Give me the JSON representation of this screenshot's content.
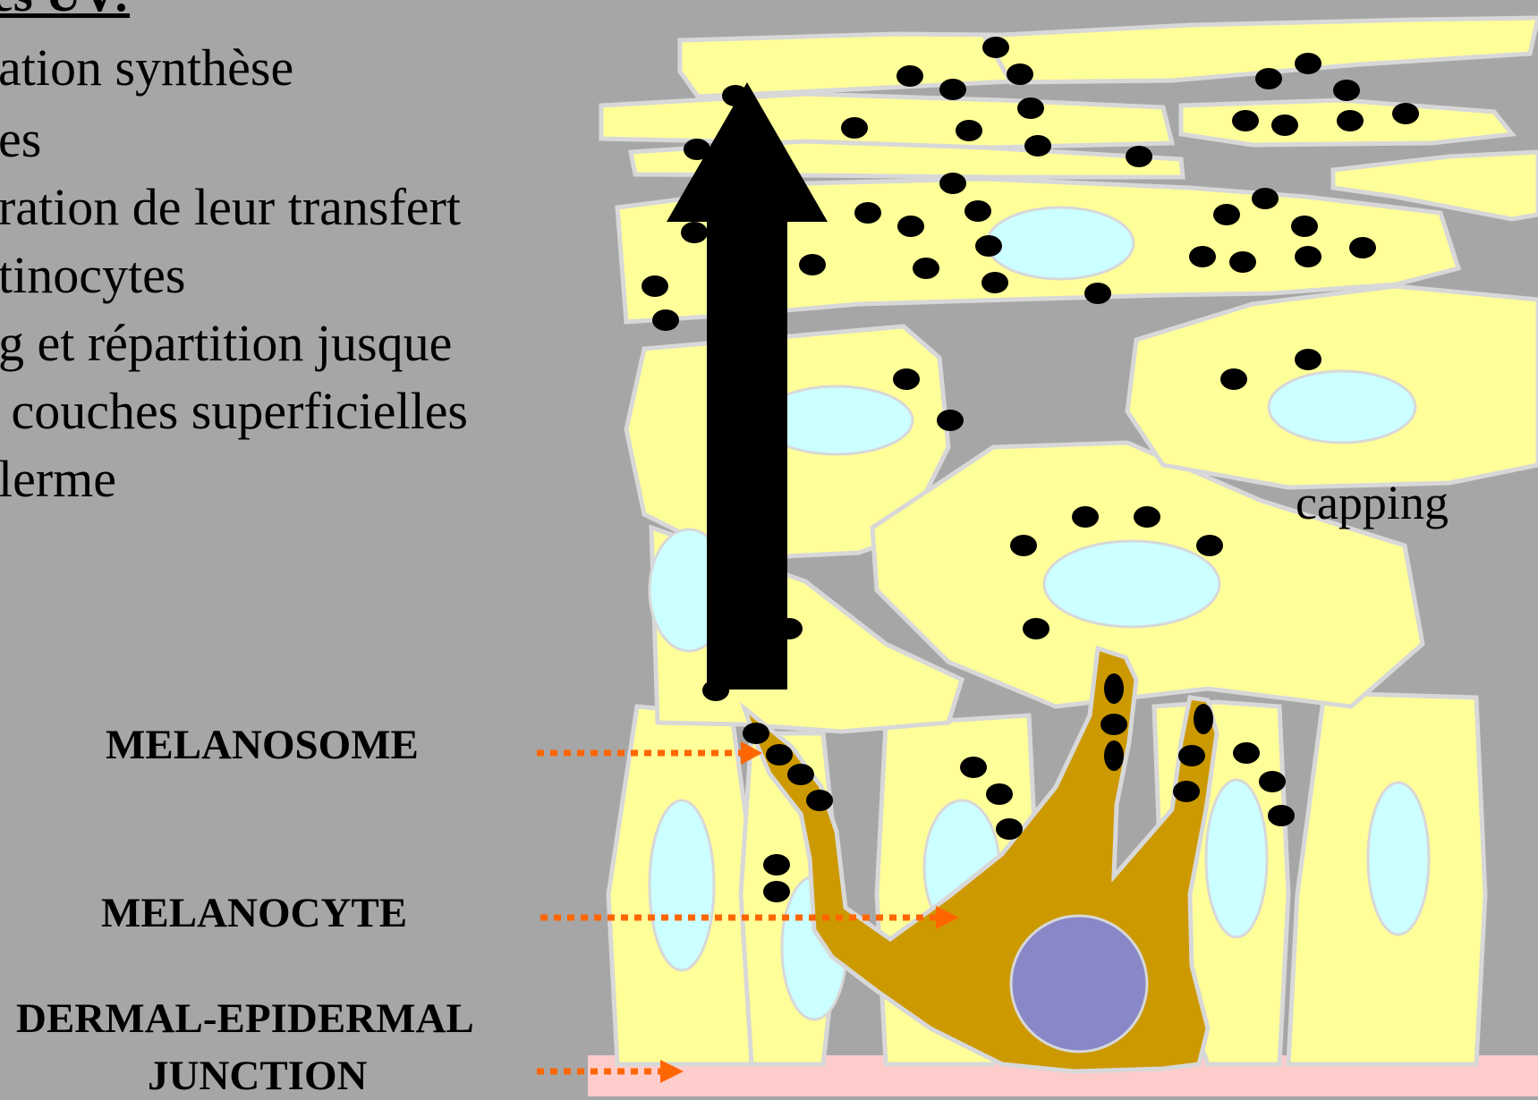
{
  "slide": {
    "title": "es UV:",
    "bullets": [
      "ation synthèse",
      "es",
      "ration de leur transfert",
      "tinocytes",
      "g et répartition jusque",
      " couches superficielles",
      "lerme"
    ]
  },
  "diagram": {
    "labels": {
      "melanosome": "MELANOSOME",
      "melanocyte": "MELANOCYTE",
      "junction_line1": "DERMAL-EPIDERMAL",
      "junction_line2": "JUNCTION",
      "capping": "capping"
    },
    "colors": {
      "background": "#a6a6a6",
      "keratinocyte": "#ffff99",
      "nucleus": "#ccffff",
      "melanocyte": "#cc9900",
      "melanocyte_nucleus": "#8888c8",
      "junction": "#ffcccc",
      "arrow": "#000000",
      "dotted_arrow": "#ff6600",
      "melanosome": "#000000"
    }
  }
}
